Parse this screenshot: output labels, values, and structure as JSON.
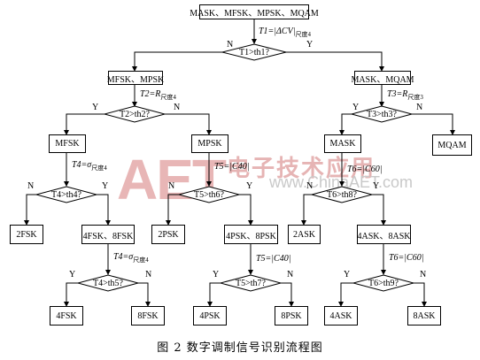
{
  "caption": "图 2  数字调制信号识别流程图",
  "watermark": {
    "logo": "AET",
    "cn": "电子技术应用",
    "url": "www.ChinaAET.com"
  },
  "boxes": {
    "root": "MASK、MFSK、MPSK、MQAM",
    "mfsk_mpsk": "MFSK、MPSK",
    "mask_mqam": "MASK、MQAM",
    "mfsk": "MFSK",
    "mpsk": "MPSK",
    "mask": "MASK",
    "mqam": "MQAM",
    "s2fsk": "2FSK",
    "s4fsk_8fsk": "4FSK、8FSK",
    "s2psk": "2PSK",
    "s4psk_8psk": "4PSK、8PSK",
    "s2ask": "2ASK",
    "s4ask_8ask": "4ASK、8ASK",
    "s4fsk": "4FSK",
    "s8fsk": "8FSK",
    "s4psk": "4PSK",
    "s8psk": "8PSK",
    "s4ask": "4ASK",
    "s8ask": "8ASK"
  },
  "decisions": {
    "d_t1": "T1>th1?",
    "d_t2": "T2>th2?",
    "d_t3": "T3>th3?",
    "d_t4a": "T4>th4?",
    "d_t5a": "T5>th6?",
    "d_t6a": "T6>th8?",
    "d_t4b": "T4>th5?",
    "d_t5b": "T5>th7?",
    "d_t6b": "T6>th9?"
  },
  "features": {
    "f_t1": "T1=|ΔCV|",
    "f_t1_sub": "尺度4",
    "f_t2": "T2=R",
    "f_t2_sub": "尺度4",
    "f_t3": "T3=R",
    "f_t3_sub": "尺度3",
    "f_t4a": "T4=σ",
    "f_t4a_sub": "尺度4",
    "f_t5a": "T5=|C40|",
    "f_t6a": "T6=|C60|",
    "f_t4b": "T4=σ",
    "f_t4b_sub": "尺度4",
    "f_t5b": "T5=|C40|",
    "f_t6b": "T6=|C60|"
  },
  "branch_labels": {
    "yes": "Y",
    "no": "N"
  }
}
